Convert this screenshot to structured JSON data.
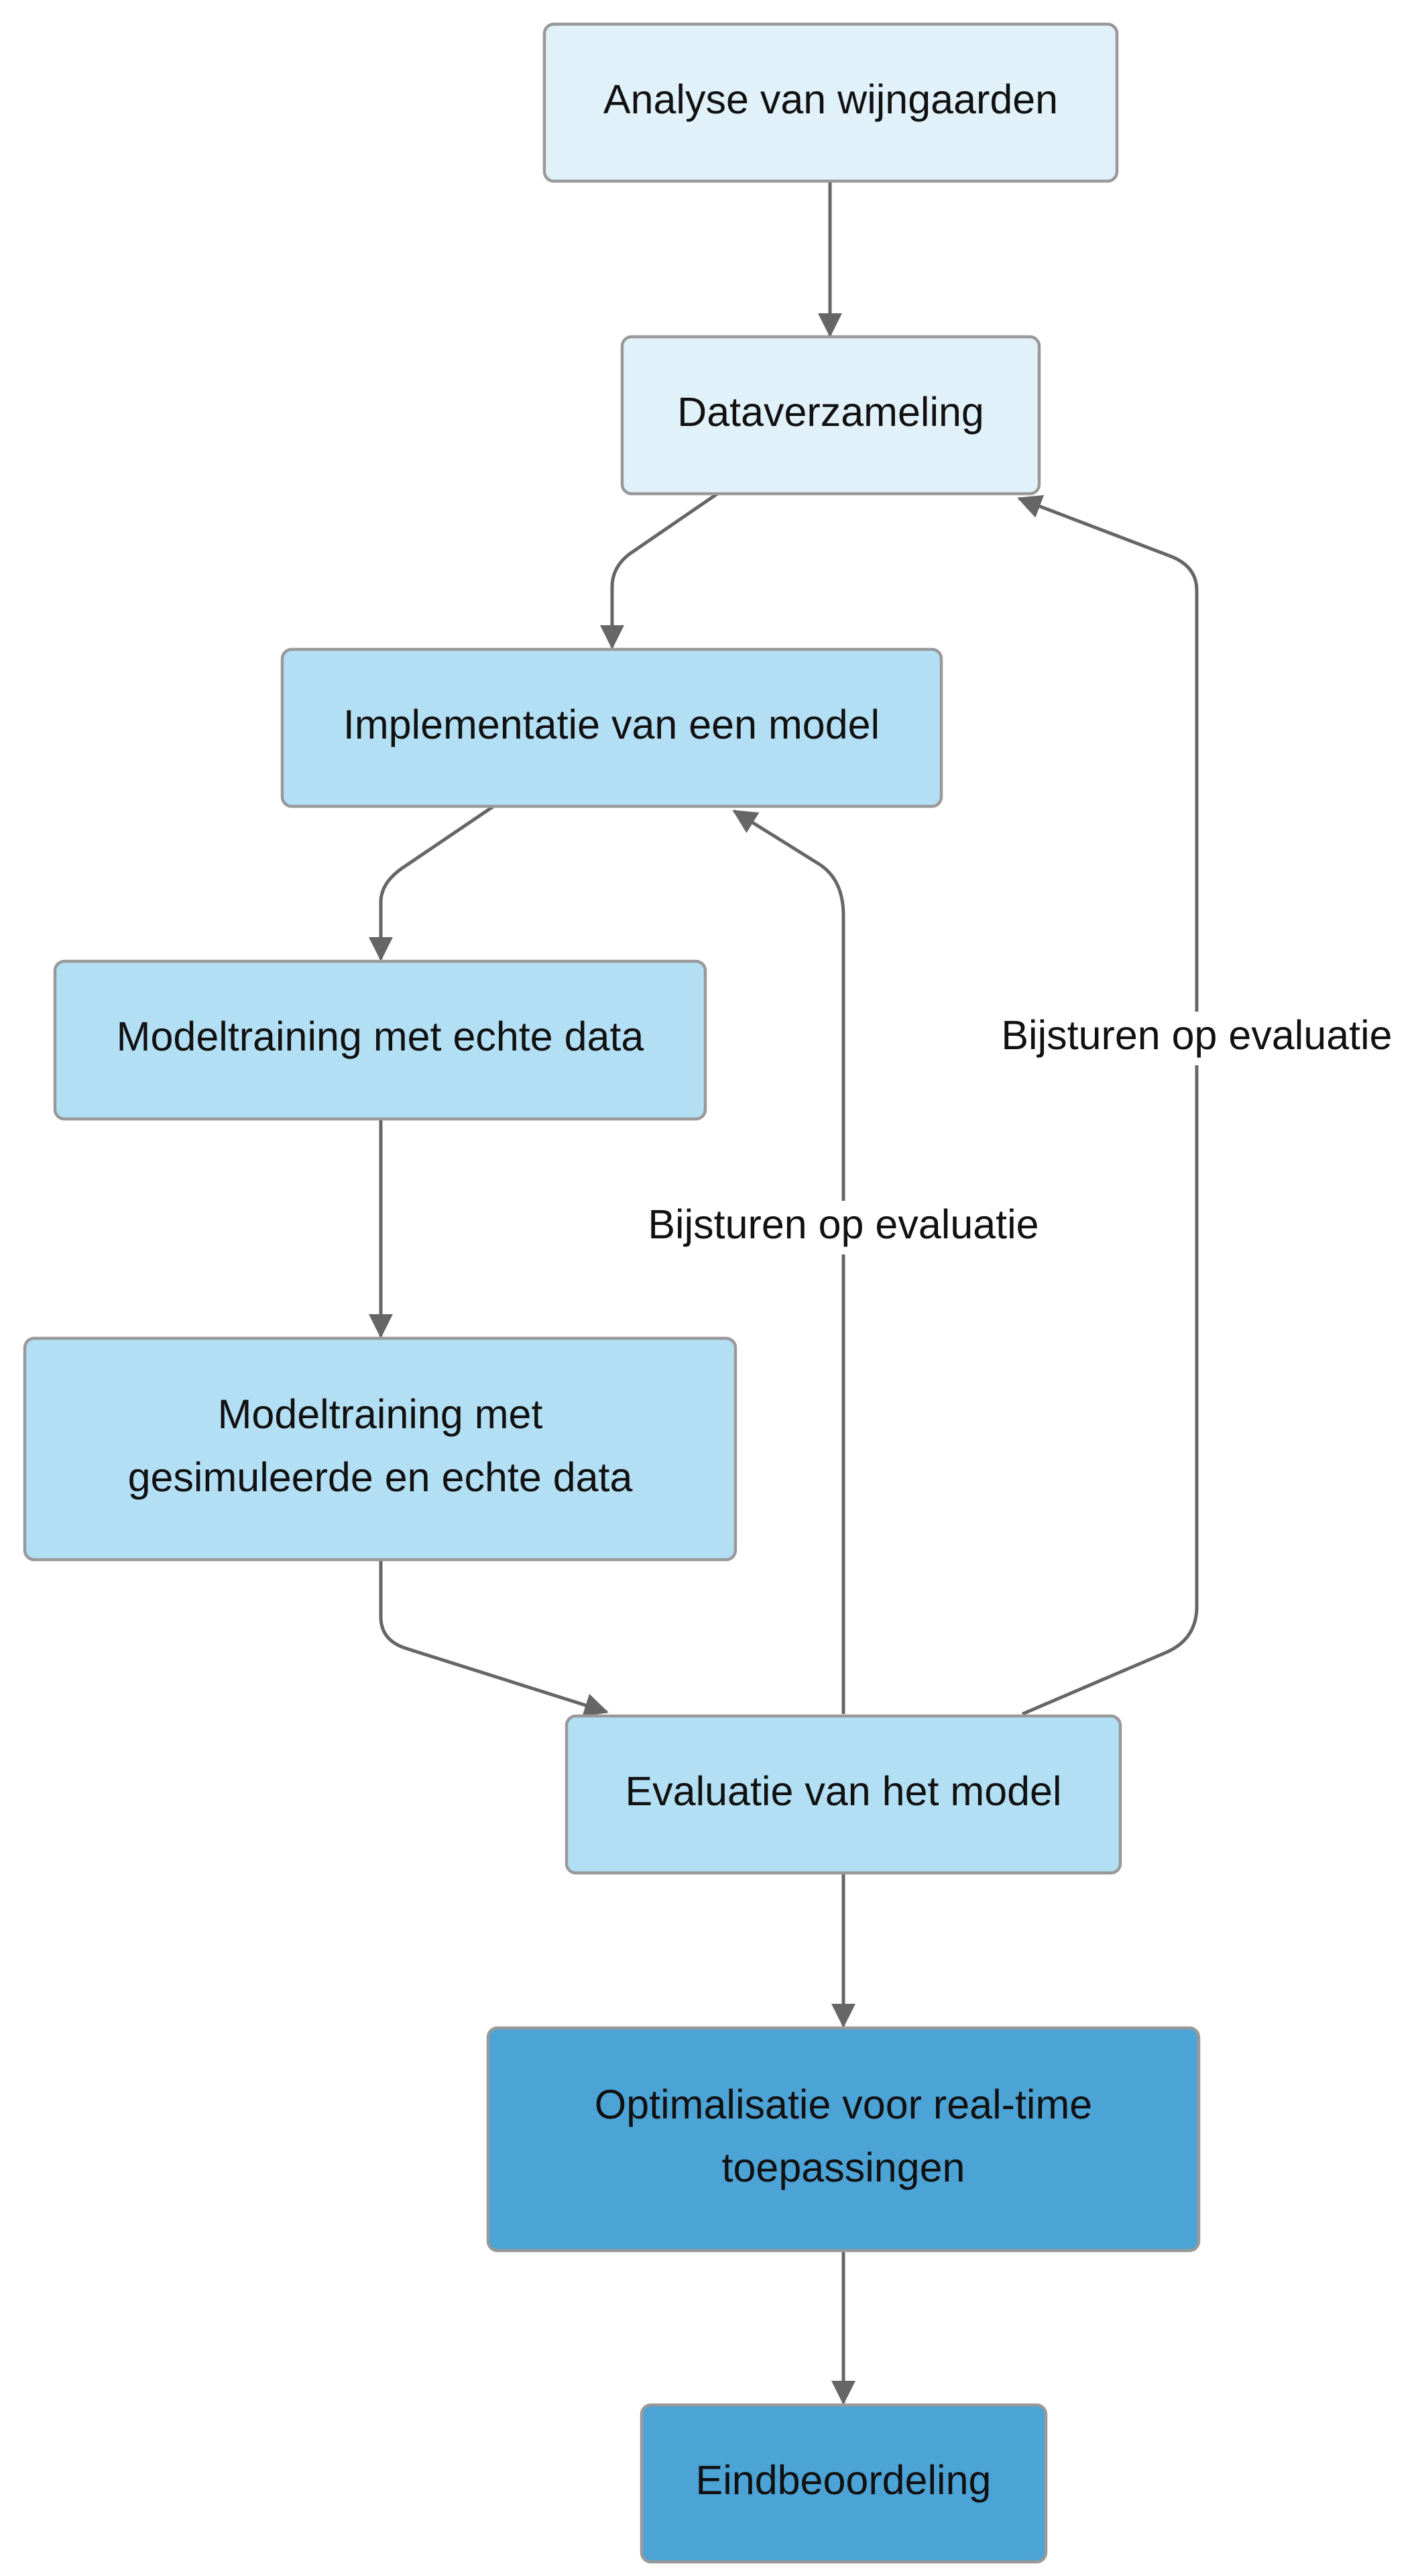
{
  "diagram": {
    "nodes": {
      "analyse": {
        "label_lines": [
          "Analyse van wijngaarden"
        ]
      },
      "data": {
        "label_lines": [
          "Dataverzameling"
        ]
      },
      "implementatie": {
        "label_lines": [
          "Implementatie van een model"
        ]
      },
      "training_echt": {
        "label_lines": [
          "Modeltraining met echte data"
        ]
      },
      "training_gesim": {
        "label_lines": [
          "Modeltraining met",
          "gesimuleerde en echte data"
        ]
      },
      "evaluatie": {
        "label_lines": [
          "Evaluatie van het model"
        ]
      },
      "optimalisatie": {
        "label_lines": [
          "Optimalisatie voor real-time",
          "toepassingen"
        ]
      },
      "eind": {
        "label_lines": [
          "Eindbeoordeling"
        ]
      }
    },
    "edges": [
      {
        "from": "analyse",
        "to": "data",
        "label": ""
      },
      {
        "from": "data",
        "to": "implementatie",
        "label": ""
      },
      {
        "from": "implementatie",
        "to": "training_echt",
        "label": ""
      },
      {
        "from": "training_echt",
        "to": "training_gesim",
        "label": ""
      },
      {
        "from": "training_gesim",
        "to": "evaluatie",
        "label": ""
      },
      {
        "from": "evaluatie",
        "to": "implementatie",
        "label": "Bijsturen op evaluatie"
      },
      {
        "from": "evaluatie",
        "to": "data",
        "label": "Bijsturen op evaluatie"
      },
      {
        "from": "evaluatie",
        "to": "optimalisatie",
        "label": ""
      },
      {
        "from": "optimalisatie",
        "to": "eind",
        "label": ""
      }
    ],
    "colors": {
      "light_fill": "#E1F1FA",
      "mid_fill": "#B3DFF4",
      "dark_fill": "#4CA3D6",
      "stroke": "#999999",
      "edge": "#666666",
      "text": "#111111"
    }
  }
}
